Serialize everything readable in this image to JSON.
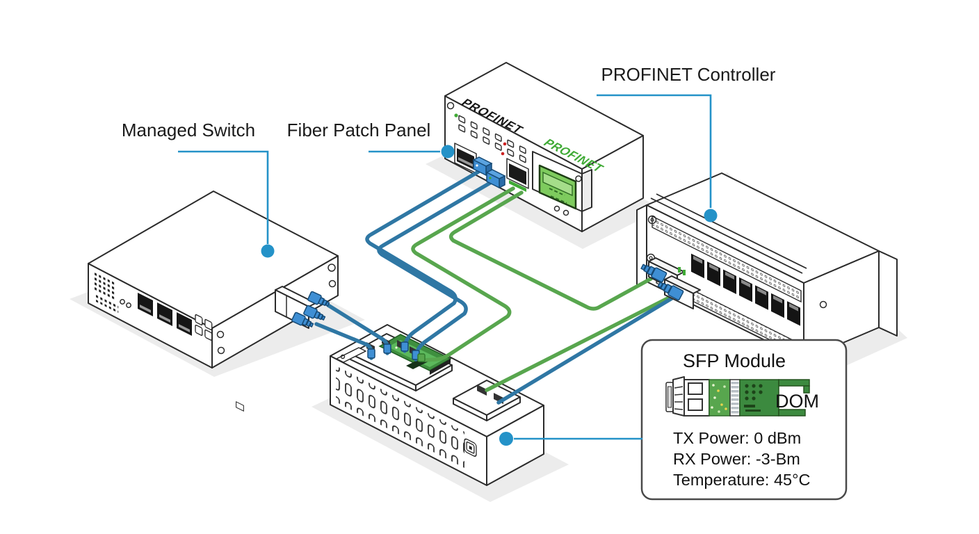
{
  "labels": {
    "managed_switch": "Managed Switch",
    "fiber_patch_panel": "Fiber Patch Panel",
    "profinet_controller": "PROFINET Controller"
  },
  "device_branding": {
    "patch_panel_top": "PROFINET",
    "patch_panel_front": "PROFINET"
  },
  "callout": {
    "title": "SFP Module",
    "chip_label": "DOM",
    "tx_power": "TX Power: 0 dBm",
    "rx_power": "RX Power: -3-Bm",
    "temperature": "Temperature: 45°C"
  },
  "colors": {
    "background": "#ffffff",
    "outline": "#2b2b2b",
    "cable_blue": "#2f77a4",
    "cable_green": "#58a64e",
    "leader_blue": "#2492c8",
    "connector_blue": "#3f8fd4",
    "lcd_green": "#7ecb5e",
    "pcb_green": "#3f8f3f",
    "shadow": "#ececec"
  },
  "connections": [
    {
      "from": "managed_switch",
      "to": "fiber_chassis",
      "cable_color": "blue",
      "count": 2
    },
    {
      "from": "fiber_patch_panel",
      "to": "fiber_chassis",
      "cable_color": "blue",
      "count": 2
    },
    {
      "from": "fiber_patch_panel",
      "to": "fiber_chassis",
      "cable_color": "green",
      "count": 1
    },
    {
      "from": "fiber_patch_panel",
      "to": "profinet_controller",
      "cable_color": "green",
      "count": 1
    },
    {
      "from": "fiber_chassis",
      "to": "profinet_controller",
      "cable_color": "green",
      "count": 1
    },
    {
      "from": "fiber_chassis",
      "to": "profinet_controller",
      "cable_color": "blue",
      "count": 1
    }
  ]
}
